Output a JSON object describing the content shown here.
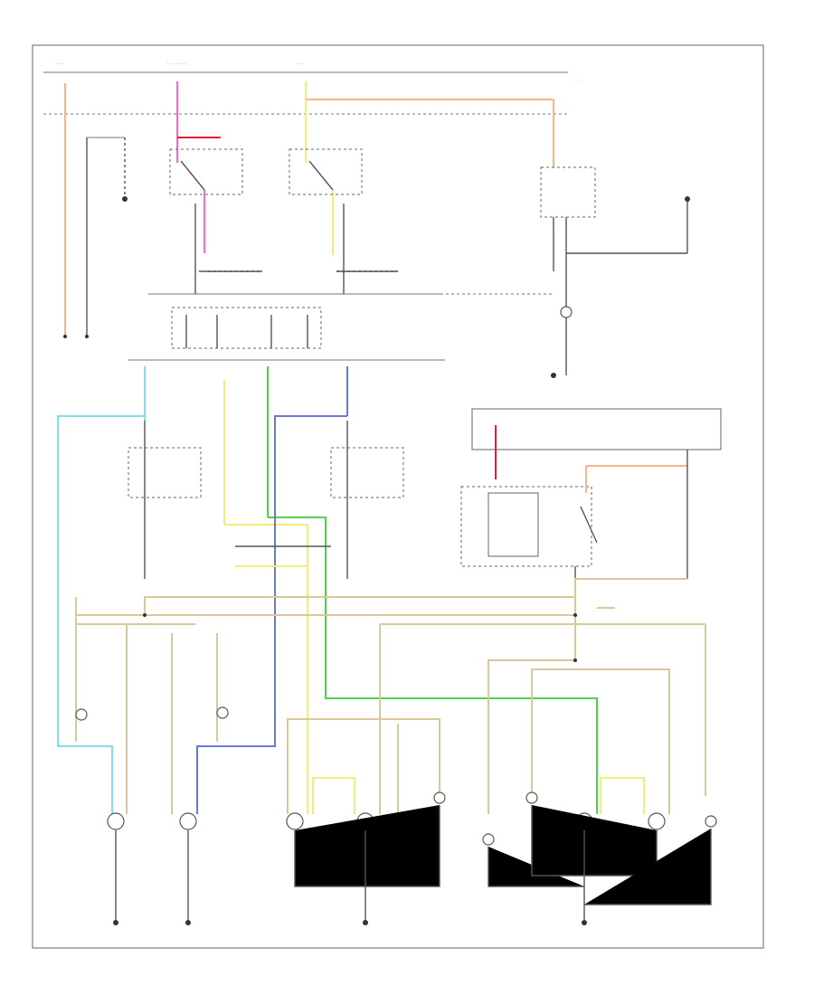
{
  "colors": {
    "tan": "#d9c89a",
    "light_blue": "#7fe0e8",
    "green": "#4fd24f",
    "blue": "#6677dd",
    "yellow": "#f2ee7a",
    "pink": "#ff66cc",
    "orange": "#f7b48a",
    "red": "#e0202a",
    "black": "#555555"
  },
  "diagram": {
    "components": [
      {
        "id": "headlamp-switch",
        "kind": "switch"
      },
      {
        "id": "dimmer-switch",
        "kind": "switch"
      },
      {
        "id": "turn-signal-switch",
        "kind": "switch"
      },
      {
        "id": "fuse-block",
        "kind": "fuse"
      },
      {
        "id": "left-front-park-lamp",
        "kind": "lamp"
      },
      {
        "id": "right-front-park-lamp",
        "kind": "lamp"
      },
      {
        "id": "left-tail-lamp",
        "kind": "lamp"
      },
      {
        "id": "right-tail-lamp",
        "kind": "lamp"
      },
      {
        "id": "license-lamp",
        "kind": "lamp"
      }
    ]
  }
}
